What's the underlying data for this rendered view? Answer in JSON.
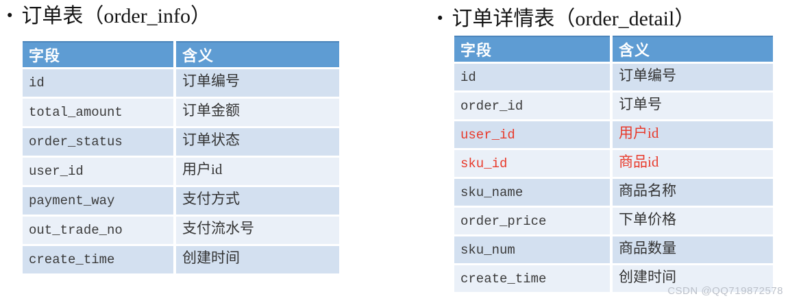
{
  "colors": {
    "header_bg": "#5e9cd3",
    "header_border_top": "#4a84ba",
    "header_text": "#ffffff",
    "row_dark": "#d3e0f0",
    "row_light": "#eaf0f8",
    "cell_text": "#3a3a3a",
    "meaning_text": "#333333",
    "red_text": "#e8392a",
    "title_text": "#141414",
    "watermark_text": "#bcc1ca"
  },
  "left_table": {
    "bullet": "•",
    "title": "订单表（order_info）",
    "columns": [
      "字段",
      "含义"
    ],
    "rows": [
      {
        "field": "id",
        "meaning": "订单编号"
      },
      {
        "field": "total_amount",
        "meaning": "订单金额"
      },
      {
        "field": "order_status",
        "meaning": "订单状态"
      },
      {
        "field": "user_id",
        "meaning": "用户id"
      },
      {
        "field": "payment_way",
        "meaning": "支付方式"
      },
      {
        "field": "out_trade_no",
        "meaning": "支付流水号"
      },
      {
        "field": "create_time",
        "meaning": "创建时间"
      }
    ]
  },
  "right_table": {
    "bullet": "•",
    "title": "订单详情表（order_detail）",
    "columns": [
      "字段",
      "含义"
    ],
    "rows": [
      {
        "field": "id",
        "meaning": "订单编号"
      },
      {
        "field": "order_id",
        "meaning": "订单号"
      },
      {
        "field": "user_id",
        "meaning": "用户id",
        "highlight": "red"
      },
      {
        "field": "sku_id",
        "meaning": "商品id",
        "highlight": "red"
      },
      {
        "field": "sku_name",
        "meaning": "商品名称"
      },
      {
        "field": "order_price",
        "meaning": "下单价格"
      },
      {
        "field": "sku_num",
        "meaning": "商品数量"
      },
      {
        "field": "create_time",
        "meaning": "创建时间"
      }
    ]
  },
  "watermark": "CSDN @QQ719872578"
}
